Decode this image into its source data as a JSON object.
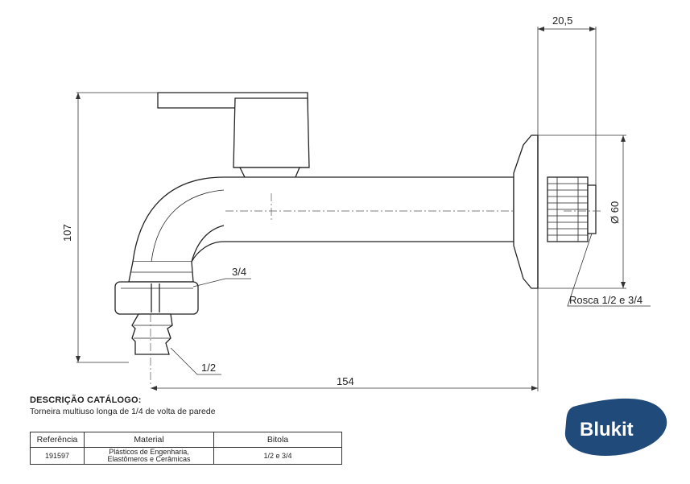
{
  "dimensions": {
    "width_top": "20,5",
    "height_left": "107",
    "length_bottom": "154",
    "diameter": "Ø 60",
    "thread_label": "Rosca 1/2 e 3/4",
    "outlet_upper": "3/4",
    "outlet_lower": "1/2"
  },
  "catalog": {
    "title": "DESCRIÇÃO CATÁLOGO:",
    "description": "Torneira multiuso longa de 1/4 de volta de parede"
  },
  "table": {
    "headers": [
      "Referência",
      "Material",
      "Bitola"
    ],
    "rows": [
      {
        "ref": "191597",
        "material_line1": "Plásticos de Engenharia,",
        "material_line2": "Elastômeros e Cerâmicas",
        "gauge": "1/2 e 3/4"
      }
    ]
  },
  "brand": {
    "name": "Blukit",
    "color": "#1f4a7a"
  }
}
